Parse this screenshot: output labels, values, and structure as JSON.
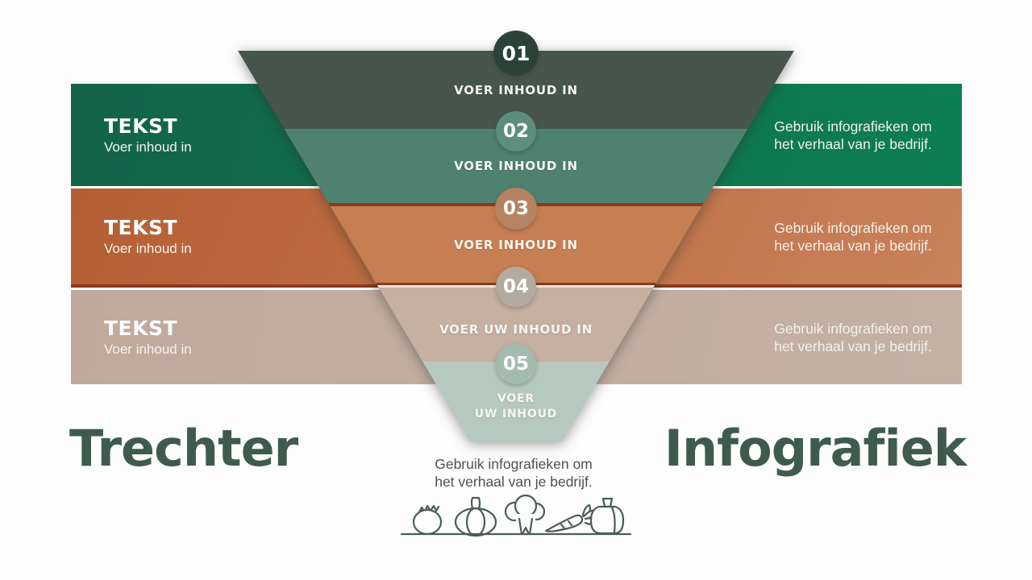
{
  "slide": {
    "title_left": "Trechter",
    "title_right": "Infografiek",
    "footer": {
      "line1": "Gebruik infografieken om",
      "line2": "het verhaal van je bedrijf."
    }
  },
  "funnel": {
    "steps": [
      {
        "number": "01",
        "label": "VOER INHOUD IN"
      },
      {
        "number": "02",
        "label": "VOER INHOUD IN"
      },
      {
        "number": "03",
        "label": "VOER INHOUD IN"
      },
      {
        "number": "04",
        "label": "VOER UW INHOUD IN"
      },
      {
        "number": "05",
        "label_line1": "VOER",
        "label_line2": "UW INHOUD"
      }
    ]
  },
  "bands": [
    {
      "name": "green",
      "title": "TEKST",
      "subtitle": "Voer inhoud in",
      "note_line1": "Gebruik infografieken om",
      "note_line2": "het verhaal van je bedrijf."
    },
    {
      "name": "orange",
      "title": "TEKST",
      "subtitle": "Voer inhoud in",
      "note_line1": "Gebruik infografieken om",
      "note_line2": "het verhaal van je bedrijf."
    },
    {
      "name": "tan",
      "title": "TEKST",
      "subtitle": "Voer inhoud in",
      "note_line1": "Gebruik infografieken om",
      "note_line2": "het verhaal van je bedrijf."
    }
  ],
  "icons": [
    "tomato-icon",
    "pumpkin-icon",
    "broccoli-icon",
    "carrot-icon",
    "bell-pepper-icon"
  ],
  "palette": {
    "funnel_level_1": "#46564c",
    "funnel_level_2": "#4f8171",
    "funnel_level_3": "#c67e52",
    "funnel_level_4": "#c5b0a2",
    "funnel_level_5": "#b6c9c0",
    "circle_1": "#2b4238",
    "circle_2": "#5d8d7c",
    "circle_3": "#b5835f",
    "circle_4": "#b3aba0",
    "circle_5": "#a4bbb1",
    "band_green_start": "#136349",
    "band_green_end": "#0c7f53",
    "band_orange_start": "#b55e33",
    "band_orange_end": "#c9825b",
    "band_tan": "#c2ada0",
    "divider_maroon": "#8b3a1f",
    "title_color": "#3e5b4e",
    "footer_text_color": "#4e504f"
  }
}
